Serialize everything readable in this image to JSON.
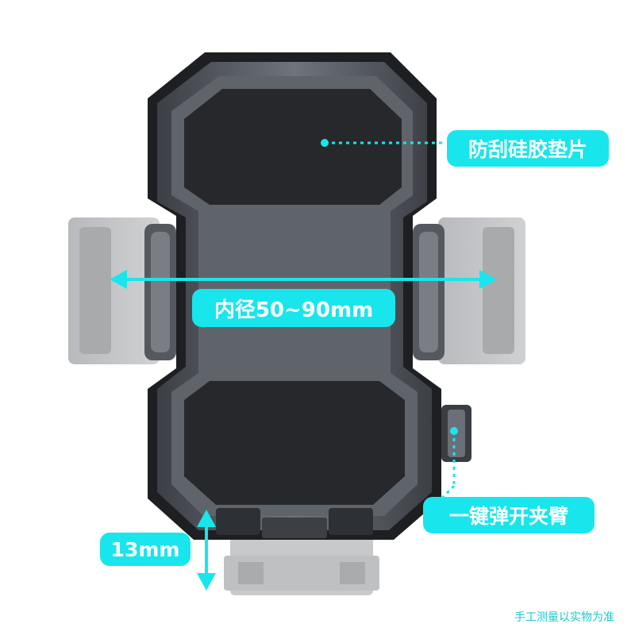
{
  "callouts": {
    "silicone_pad": "防刮硅胶垫片",
    "inner_diameter": "内径50~90mm",
    "one_key_release": "一键弹开夹臂",
    "depth": "13mm"
  },
  "footnote": "手工测量以实物为准",
  "colors": {
    "accent": "#18e6ec",
    "body": "#6b7079",
    "pad": "#26282c",
    "arm": "#c4c6c8"
  }
}
